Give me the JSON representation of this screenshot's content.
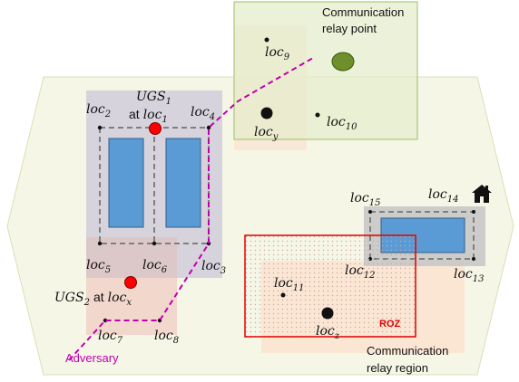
{
  "labels": {
    "comm_relay_point_line1": "Communication",
    "comm_relay_point_line2": "relay point",
    "comm_relay_region_line1": "Communication",
    "comm_relay_region_line2": "relay region",
    "adversary": "Adversary",
    "roz": "ROZ",
    "ugs1_name": "UGS",
    "ugs1_sub": "1",
    "ugs1_at": "at",
    "ugs1_loc": "loc",
    "ugs1_loc_sub": "1",
    "ugs2_name": "UGS",
    "ugs2_sub": "2",
    "ugs2_at": "at",
    "ugs2_loc": "loc",
    "ugs2_loc_sub": "x"
  },
  "locations": [
    {
      "id": "loc2",
      "base": "loc",
      "sub": "2"
    },
    {
      "id": "loc4",
      "base": "loc",
      "sub": "4"
    },
    {
      "id": "loc5",
      "base": "loc",
      "sub": "5"
    },
    {
      "id": "loc6",
      "base": "loc",
      "sub": "6"
    },
    {
      "id": "loc3",
      "base": "loc",
      "sub": "3"
    },
    {
      "id": "loc7",
      "base": "loc",
      "sub": "7"
    },
    {
      "id": "loc8",
      "base": "loc",
      "sub": "8"
    },
    {
      "id": "loc9",
      "base": "loc",
      "sub": "9"
    },
    {
      "id": "locy",
      "base": "loc",
      "sub": "y"
    },
    {
      "id": "loc10",
      "base": "loc",
      "sub": "10"
    },
    {
      "id": "loc15",
      "base": "loc",
      "sub": "15"
    },
    {
      "id": "loc14",
      "base": "loc",
      "sub": "14"
    },
    {
      "id": "loc12",
      "base": "loc",
      "sub": "12"
    },
    {
      "id": "loc13",
      "base": "loc",
      "sub": "13"
    },
    {
      "id": "loc11",
      "base": "loc",
      "sub": "11"
    },
    {
      "id": "locz",
      "base": "loc",
      "sub": "z"
    }
  ],
  "colors": {
    "hexagon_fill": "#f5f6e6",
    "hexagon_stroke": "#d9e0b8",
    "relay_point_fill": "#e9f0d8",
    "relay_point_stroke": "#9cbd6a",
    "relay_point_dot": "#6f8f2a",
    "relay_region_fill": "#fbe3d0",
    "grey_region": "#d7d3dd",
    "pink_region": "#f1d7cc",
    "building": "#5b9bd5",
    "route_dash": "#7f7f7f",
    "adversary": "#c000b0",
    "ugs_marker": "#ff0000",
    "roz_border": "#e00000",
    "home_icon": "#111111"
  },
  "icons": [
    "home-icon"
  ]
}
